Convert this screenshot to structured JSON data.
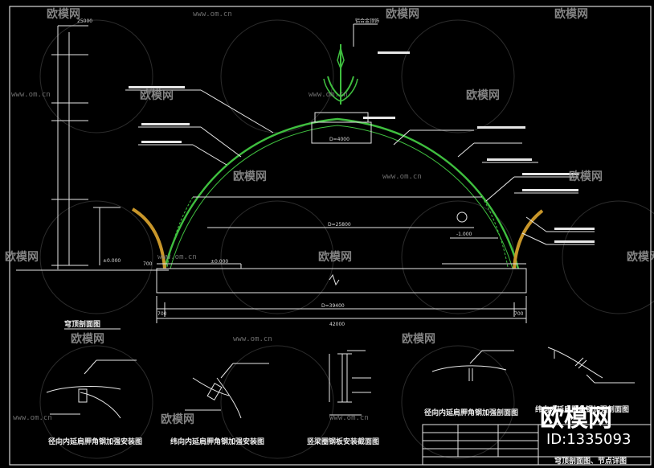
{
  "drawing": {
    "main_title": "穹顶剖面图",
    "detail_captions": [
      "径向内延肩胛角钢加强安装图",
      "纬向内延肩胛角钢加强安装图",
      "竖梁圈钢板安装截面图",
      "径向内延肩胛角钢加强剖面图",
      "纬向内延肩胛角钢加强剖面图"
    ],
    "title_block_label": "穹顶剖面图、节点详图",
    "top_label": "铝合金顶饰",
    "dim_total": "42000",
    "dim_inner": "D=39400",
    "dim_span": "D=25800",
    "dim_top": "D=4000",
    "elev_top": "25000",
    "elev_base": "±0.000",
    "level_1": "±0.000",
    "level_2": "-1.000",
    "base_tag": "700",
    "side_tag": "700"
  },
  "watermarks": {
    "brand": "欧模网",
    "url": "www.om.cn",
    "id_text": "ID:1335093"
  },
  "colors": {
    "background": "#000000",
    "line": "#e6e6e6",
    "dome": "#3fbf3f",
    "arch": "#c8962a"
  }
}
